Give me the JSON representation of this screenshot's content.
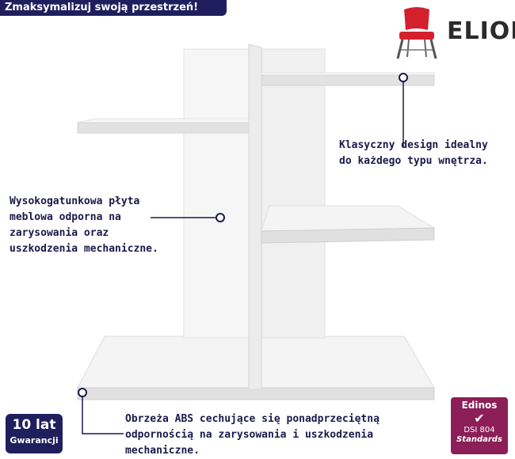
{
  "banner": {
    "text": "Zmaksymalizuj swoją przestrzeń!"
  },
  "brand": {
    "name": "ELIOR",
    "icon": "chair-icon"
  },
  "callouts": {
    "top_right": {
      "lines": [
        "Klasyczny design idealny",
        "do każdego typu wnętrza."
      ]
    },
    "left": {
      "lines": [
        "Wysokogatunkowa płyta",
        "meblowa odporna na",
        "zarysowania oraz",
        "uszkodzenia mechaniczne."
      ]
    },
    "bottom": {
      "lines": [
        "Obrzeża ABS cechujące się ponadprzeciętną",
        "odpornością na zarysowania i uszkodzenia",
        "mechaniczne."
      ]
    }
  },
  "warranty": {
    "line1": "10 lat",
    "line2": "Gwarancji"
  },
  "certificate": {
    "title": "Edinos",
    "code": "DSI 804",
    "standard": "Standards"
  },
  "colors": {
    "navy": "#1f1f5e",
    "burgundy": "#8c1f57",
    "chair_red": "#d2202c",
    "shelf_white": "#f2f2f2"
  }
}
